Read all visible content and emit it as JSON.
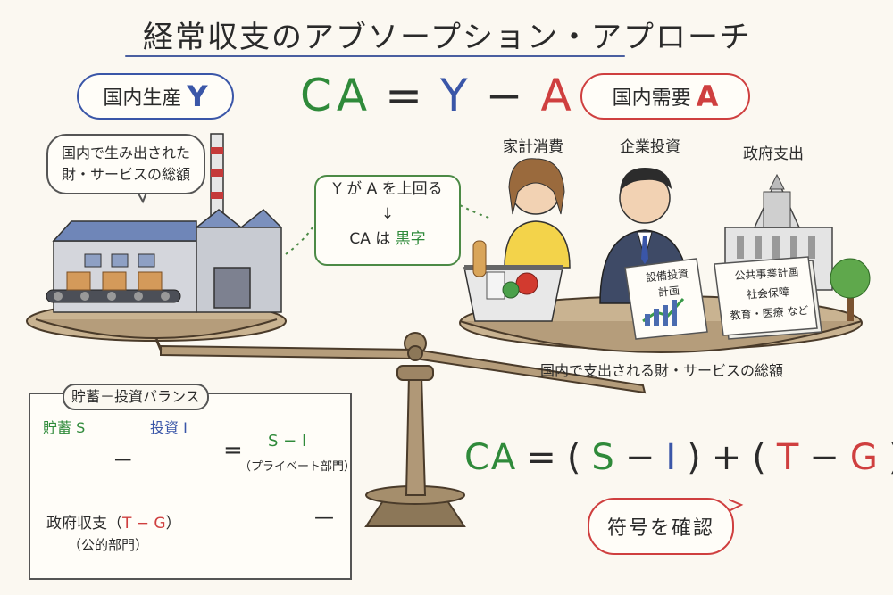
{
  "title": "経常収支のアブソープション・アプローチ",
  "domestic_output": {
    "label": "国内生産",
    "symbol": "Y"
  },
  "domestic_demand": {
    "label": "国内需要",
    "symbol": "A"
  },
  "main_equation": {
    "ca": "CA",
    "eq": "=",
    "y": "Y",
    "minus": "−",
    "a": "A"
  },
  "output_bubble": {
    "line1": "国内で生み出された",
    "line2": "財・サービスの総額"
  },
  "middle_box": {
    "line1": "Y が A を上回る",
    "arrow": "↓",
    "line2_prefix": "CA は",
    "line2_highlight": "黒字"
  },
  "demand_components": [
    "家計消費",
    "企業投資",
    "政府支出"
  ],
  "investment_doc": {
    "line1": "設備投資",
    "line2": "計画"
  },
  "government_doc": {
    "line1": "公共事業計画",
    "line2": "社会保障",
    "line3": "教育・医療 など"
  },
  "demand_caption": "国内で支出される財・サービスの総額",
  "balance_box": {
    "title": "貯蓄－投資バランス",
    "savings": "貯蓄 S",
    "minus": "−",
    "investment": "投資 I",
    "equals": "=",
    "result": "S − I",
    "private_note": "（プライベート部門）",
    "gov_label_prefix": "政府収支（",
    "gov_label_formula": "T − G",
    "gov_label_suffix": "）",
    "public_note": "（公的部門）",
    "gov_dash": "—"
  },
  "formula2": {
    "ca": "CA",
    "eq": "=",
    "lp1": "(",
    "s": "S",
    "m1": "−",
    "i": "I",
    "rp1": ")",
    "plus": "+",
    "lp2": "(",
    "t": "T",
    "m2": "−",
    "g": "G",
    "rp2": ")"
  },
  "check_label": "符号を確認",
  "colors": {
    "blue": "#3a56a8",
    "red": "#cf3f3f",
    "green": "#2f8a3a"
  }
}
